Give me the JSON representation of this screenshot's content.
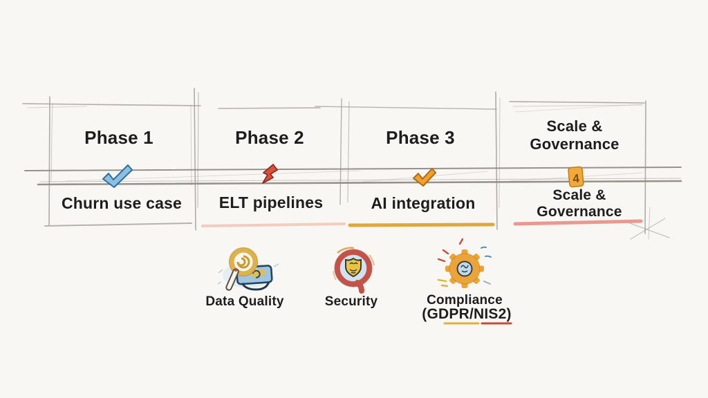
{
  "colors": {
    "background": "#f8f7f4",
    "ink": "#1f1d1b",
    "sketch_gray": "#a29f9a",
    "band_gray": "#95928c"
  },
  "phases": [
    {
      "title": "Phase 1",
      "deliverable": "Churn use case",
      "marker_icon": "blue-check-icon",
      "marker_fill": "#8cc0e0",
      "marker_stroke": "#2e6da4",
      "underline_color": "#b5b1ab"
    },
    {
      "title": "Phase 2",
      "deliverable": "ELT pipelines",
      "marker_icon": "red-arrow-icon",
      "marker_fill": "#d94f3d",
      "marker_stroke": "#8f2a1c",
      "underline_color": "#f3c3b5"
    },
    {
      "title": "Phase 3",
      "deliverable": "AI integration",
      "marker_icon": "orange-check-icon",
      "marker_fill": "#efa12e",
      "marker_stroke": "#b36a0e",
      "underline_color": "#e0a838"
    },
    {
      "title": "Scale & Governance",
      "deliverable": "Scale & Governance",
      "marker_icon": "orange-tag-icon",
      "marker_glyph": "4",
      "marker_fill": "#f2a93b",
      "marker_stroke": "#c07b14",
      "underline_color": "#e9998f"
    }
  ],
  "foundations": [
    {
      "label": "Data Quality",
      "icon": "magnifier-laptop-icon"
    },
    {
      "label": "Security",
      "icon": "shield-badge-icon"
    },
    {
      "label": "Compliance",
      "sublabel": "(GDPR/NIS2)",
      "icon": "gear-icon",
      "sublabel_underline_left": "#e0b03a",
      "sublabel_underline_right": "#d0453a"
    }
  ]
}
